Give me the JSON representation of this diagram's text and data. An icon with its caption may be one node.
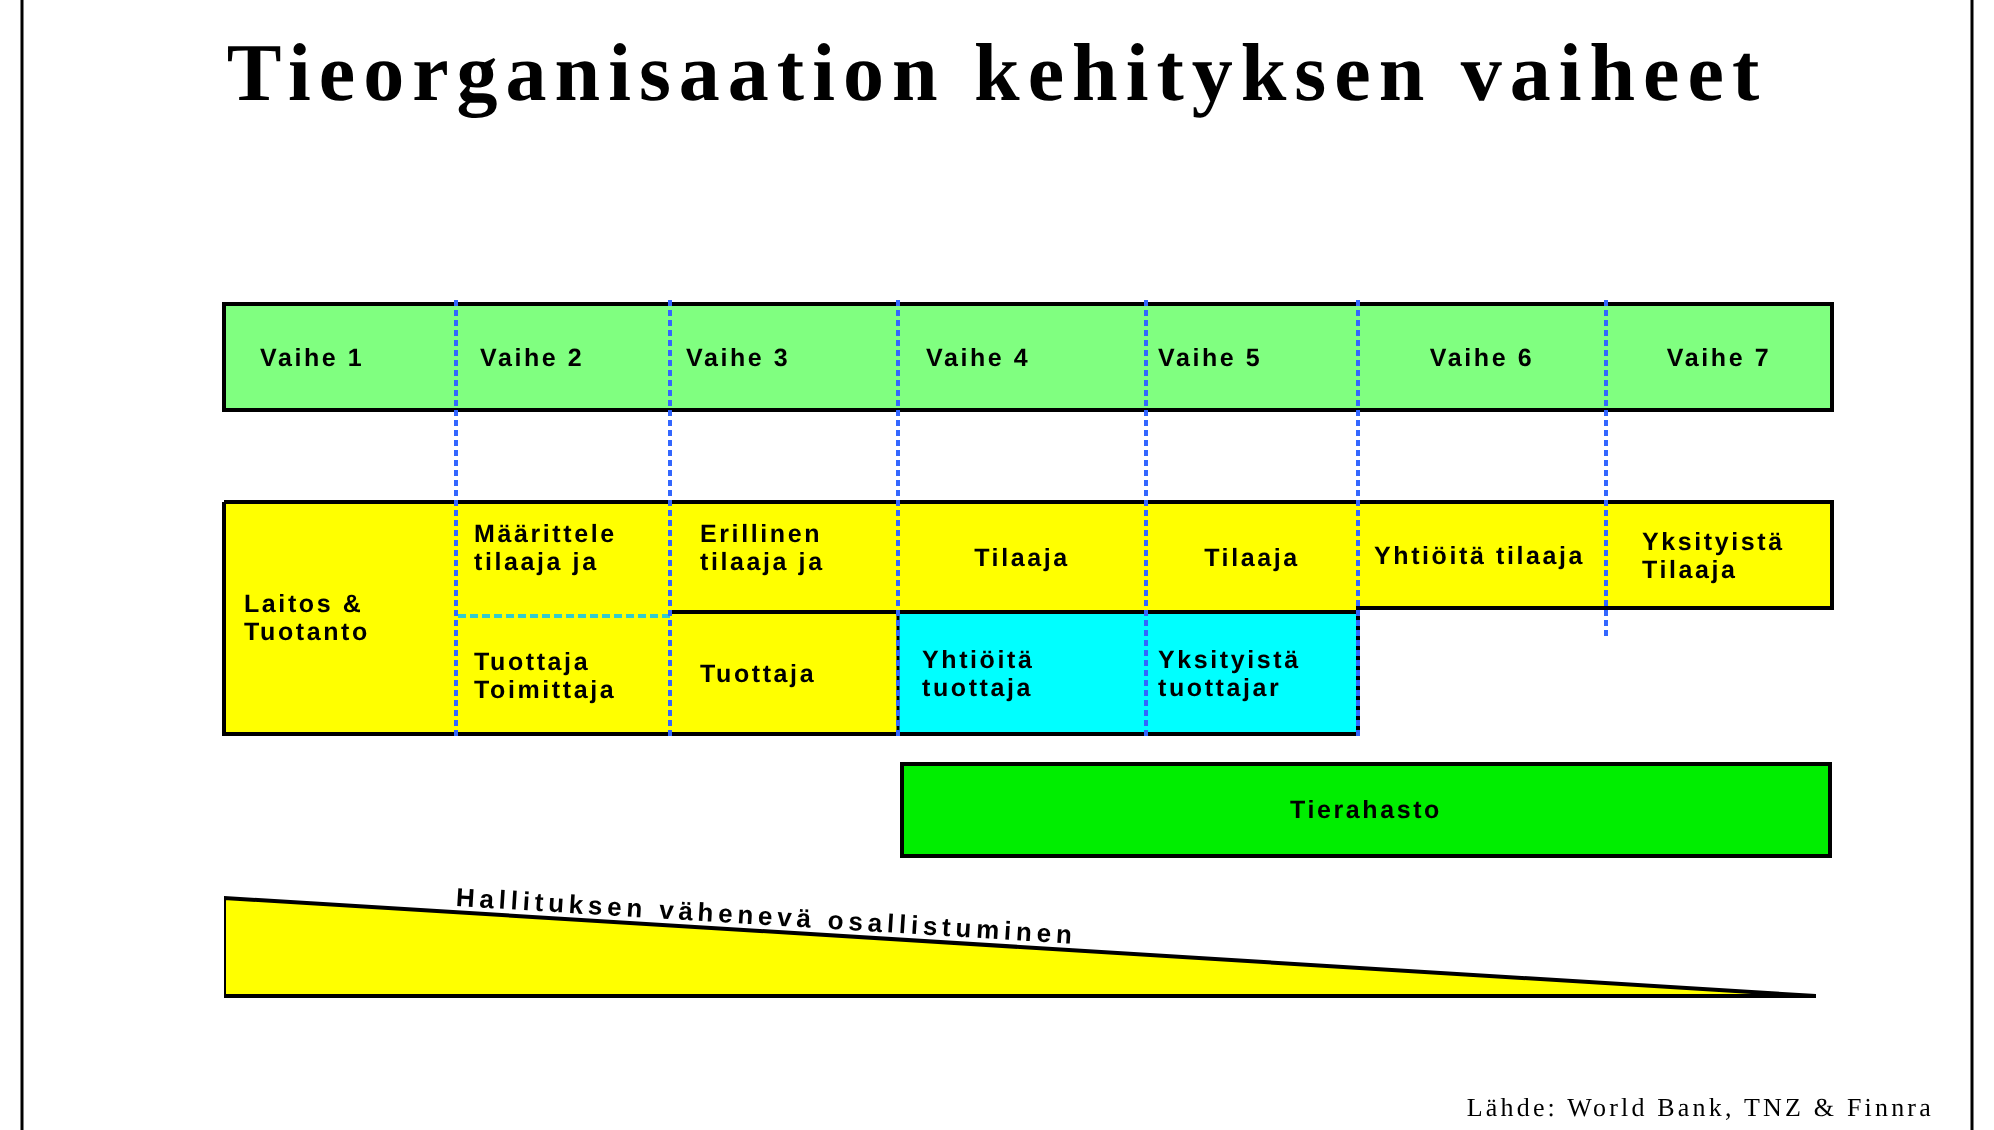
{
  "diagram": {
    "title": "Tieorganisaation kehityksen vaiheet",
    "nodes": [
      {
        "text": [
          "Vaihe 1"
        ]
      },
      {
        "text": [
          "Vaihe 2"
        ]
      },
      {
        "text": [
          "Vaihe 3"
        ]
      },
      {
        "text": [
          "Vaihe 4"
        ]
      },
      {
        "text": [
          "Vaihe 5"
        ]
      },
      {
        "text": [
          "Vaihe 6"
        ]
      },
      {
        "text": [
          "Vaihe 7"
        ]
      },
      {
        "text": [
          "Laitos & Tuotanto"
        ]
      },
      {
        "text": [
          "Määrittele tilaaja ja"
        ]
      },
      {
        "text": [
          "Erillinen tilaaja ja"
        ]
      },
      {
        "text": [
          "Tilaaja"
        ]
      },
      {
        "text": [
          "Tilaaja"
        ]
      },
      {
        "text": [
          "Yhtiöitä tilaaja"
        ]
      },
      {
        "text": [
          "Yksityistä Tilaaja"
        ]
      },
      {
        "text": [
          "Tuottaja Toimittaja"
        ]
      },
      {
        "text": [
          "Tuottaja"
        ]
      },
      {
        "text": [
          "Yhtiöitä tuottaja"
        ]
      },
      {
        "text": [
          "Yksityistä tuottajar"
        ]
      },
      {
        "text": [
          "Tierahasto"
        ]
      },
      {
        "text": [
          "Hallituksen vähenevä osallistuminen"
        ]
      }
    ],
    "labels": [
      "Lähde: World Bank, TNZ & Finnra"
    ]
  }
}
